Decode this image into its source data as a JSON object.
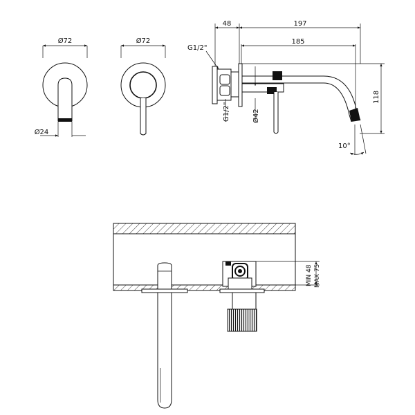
{
  "front_view_spout": {
    "diameter_top": "Ø72",
    "diameter_bottom": "Ø24"
  },
  "front_view_handle": {
    "diameter_top": "Ø72"
  },
  "side_view": {
    "dim_48": "48",
    "dim_197": "197",
    "dim_185": "185",
    "dim_118": "118",
    "thread_top": "G1/2\"",
    "thread_vertical": "G1/2\"",
    "diameter_42": "Ø42",
    "angle": "10°"
  },
  "installation_view": {
    "min_label": "MIN 48",
    "max_label": "MAX 75"
  }
}
